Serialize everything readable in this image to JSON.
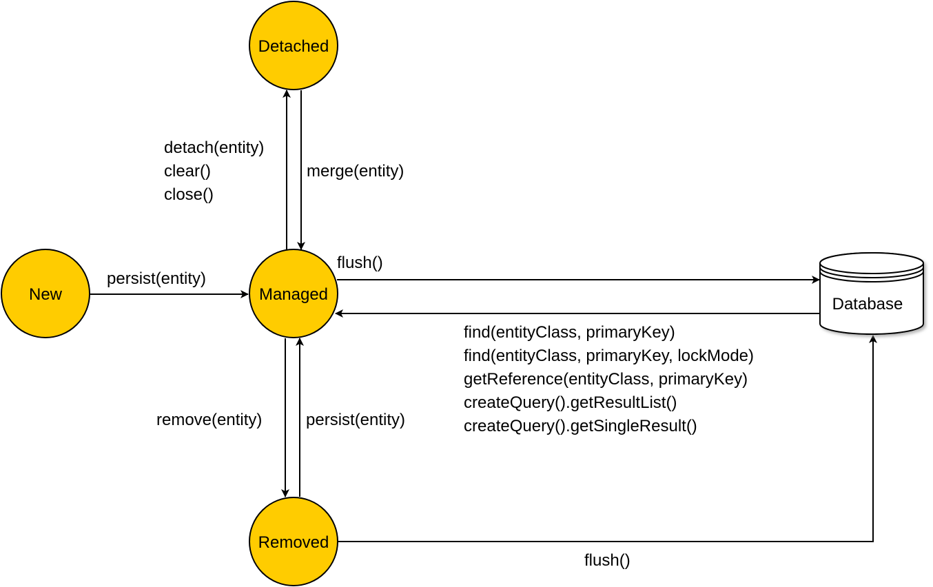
{
  "colors": {
    "state_fill": "#FFCC00",
    "stroke": "#000000",
    "db_fill": "#FFFFFF",
    "db_shadow": "#D0D0D0"
  },
  "states": {
    "detached": "Detached",
    "new": "New",
    "managed": "Managed",
    "removed": "Removed"
  },
  "database": {
    "label": "Database"
  },
  "edges": {
    "detach_lines": [
      "detach(entity)",
      "clear()",
      "close()"
    ],
    "merge": "merge(entity)",
    "persist_new": "persist(entity)",
    "flush_to_db": "flush()",
    "find_lines": [
      "find(entityClass, primaryKey)",
      "find(entityClass, primaryKey, lockMode)",
      "getReference(entityClass, primaryKey)",
      "createQuery().getResultList()",
      "createQuery().getSingleResult()"
    ],
    "remove": "remove(entity)",
    "persist_removed": "persist(entity)",
    "flush_removed": "flush()"
  }
}
